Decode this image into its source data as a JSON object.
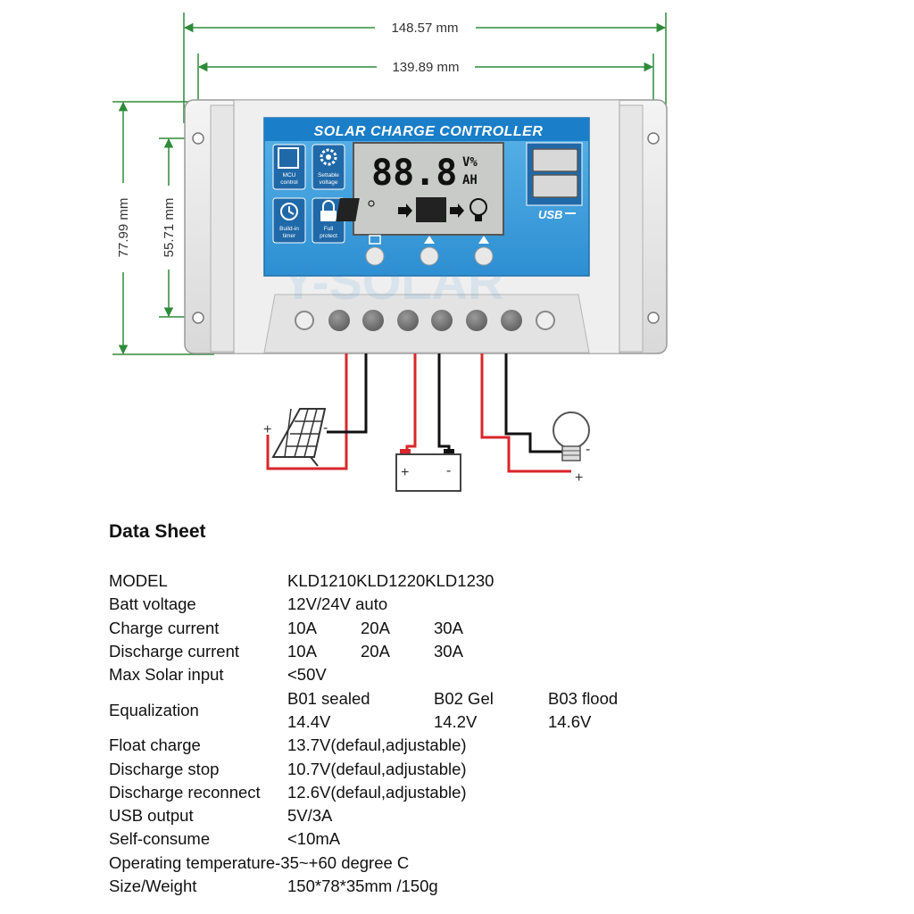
{
  "dimensions": {
    "total_width": "148.57 mm",
    "hole_width": "139.89 mm",
    "total_height": "77.99 mm",
    "panel_height": "55.71 mm"
  },
  "controller": {
    "title": "SOLAR CHARGE CONTROLLER",
    "lcd_digits": "88.8",
    "lcd_unit_top": "V%",
    "lcd_unit_bottom": "AH",
    "features": [
      {
        "line1": "MCU",
        "line2": "control"
      },
      {
        "line1": "Settable",
        "line2": "voltage"
      },
      {
        "line1": "Build-in",
        "line2": "timer"
      },
      {
        "line1": "Full",
        "line2": "protect"
      }
    ],
    "usb_label": "USB",
    "watermark": "Y-SOLAR"
  },
  "wiring": {
    "plus": "+",
    "minus": "-"
  },
  "datasheet": {
    "title": "Data Sheet",
    "model_label": "MODEL",
    "model_value": "KLD1210KLD1220KLD1230",
    "batt_label": "Batt voltage",
    "batt_value": "12V/24V auto",
    "charge_label": "Charge current",
    "charge_values": [
      "10A",
      "20A",
      "30A"
    ],
    "discharge_label": "Discharge current",
    "discharge_values": [
      "10A",
      "20A",
      "30A"
    ],
    "solar_label": "Max Solar input",
    "solar_value": "<50V",
    "eq_label": "Equalization",
    "eq_types": [
      "B01 sealed",
      "B02 Gel",
      "B03 flood"
    ],
    "eq_values": [
      "14.4V",
      "14.2V",
      "14.6V"
    ],
    "float_label": "Float charge",
    "float_value": "13.7V(defaul,adjustable)",
    "dstop_label": "Discharge stop",
    "dstop_value": "10.7V(defaul,adjustable)",
    "drecon_label": "Discharge reconnect",
    "drecon_value": "12.6V(defaul,adjustable)",
    "usb_label": "USB output",
    "usb_value": "5V/3A",
    "self_label": "Self-consume",
    "self_value": "<10mA",
    "temp_text": "Operating temperature-35~+60 degree C",
    "size_label": "Size/Weight",
    "size_value": "150*78*35mm /150g"
  },
  "colors": {
    "dimension_green": "#2e8b3a",
    "panel_blue": "#3a9bd8",
    "title_bar": "#1a7ec8",
    "lcd_gray": "#c9cbc8",
    "wire_red": "#d9262b",
    "wire_black": "#111111",
    "button_gray": "#7a7a7a"
  }
}
